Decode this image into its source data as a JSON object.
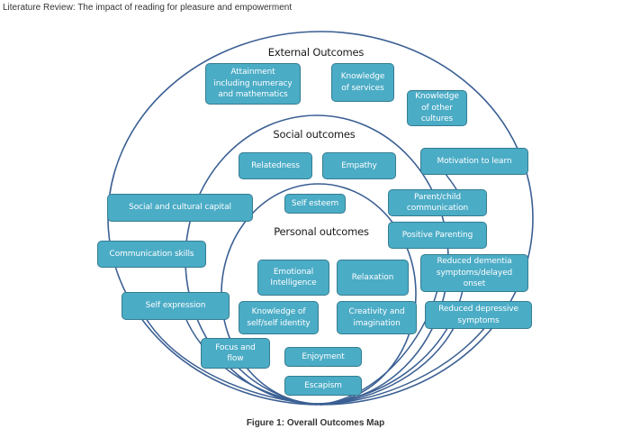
{
  "header": {
    "title": "Literature Review: The impact of reading for pleasure and empowerment"
  },
  "diagram": {
    "zones": [
      {
        "name": "external",
        "label": "External Outcomes"
      },
      {
        "name": "social",
        "label": "Social outcomes"
      },
      {
        "name": "personal",
        "label": "Personal outcomes"
      }
    ],
    "nodes": [
      {
        "id": "attainment",
        "label": "Attainment\nincluding numeracy\nand mathematics"
      },
      {
        "id": "knowledge-of-services",
        "label": "Knowledge\nof services"
      },
      {
        "id": "knowledge-of-other-cultures",
        "label": "Knowledge\nof other\ncultures"
      },
      {
        "id": "motivation-to-learn",
        "label": "Motivation to learn"
      },
      {
        "id": "relatedness",
        "label": "Relatedness"
      },
      {
        "id": "empathy",
        "label": "Empathy"
      },
      {
        "id": "social-and-cultural-capital",
        "label": "Social and cultural capital"
      },
      {
        "id": "self-esteem",
        "label": "Self esteem"
      },
      {
        "id": "parent-child-communication",
        "label": "Parent/child\ncommunication"
      },
      {
        "id": "positive-parenting",
        "label": "Positive Parenting"
      },
      {
        "id": "communication-skills",
        "label": "Communication skills"
      },
      {
        "id": "reduced-dementia",
        "label": "Reduced dementia\nsymptoms/delayed\nonset"
      },
      {
        "id": "emotional-intelligence",
        "label": "Emotional\nIntelligence"
      },
      {
        "id": "relaxation",
        "label": "Relaxation"
      },
      {
        "id": "self-expression",
        "label": "Self expression"
      },
      {
        "id": "knowledge-of-self",
        "label": "Knowledge of\nself/self identity"
      },
      {
        "id": "creativity-and-imagination",
        "label": "Creativity and\nimagination"
      },
      {
        "id": "reduced-depressive-symptoms",
        "label": "Reduced depressive\nsymptoms"
      },
      {
        "id": "focus-and-flow",
        "label": "Focus and\nflow"
      },
      {
        "id": "enjoyment",
        "label": "Enjoyment"
      },
      {
        "id": "escapism",
        "label": "Escapism"
      }
    ],
    "colors": {
      "node_fill": "#4bacc6",
      "node_border": "#357d91",
      "ring_stroke": "#3a5f93"
    }
  },
  "caption": "Figure 1: Overall Outcomes Map"
}
